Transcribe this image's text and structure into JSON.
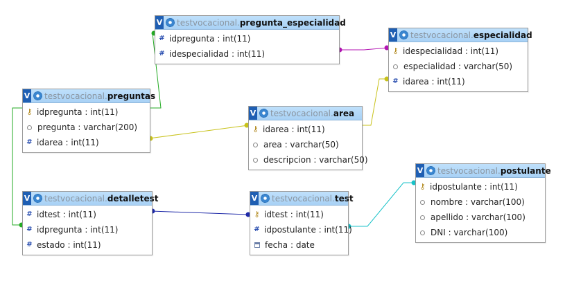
{
  "schema": "testvocacional",
  "tables": {
    "pregunta_especialidad": {
      "name": "pregunta_especialidad",
      "columns": [
        {
          "label": "idpregunta : int(11)",
          "icon": "hash-icon"
        },
        {
          "label": "idespecialidad : int(11)",
          "icon": "hash-icon"
        }
      ]
    },
    "especialidad": {
      "name": "especialidad",
      "columns": [
        {
          "label": "idespecialidad : int(11)",
          "icon": "key-icon"
        },
        {
          "label": "especialidad : varchar(50)",
          "icon": "text-icon"
        },
        {
          "label": "idarea : int(11)",
          "icon": "hash-icon"
        }
      ]
    },
    "preguntas": {
      "name": "preguntas",
      "columns": [
        {
          "label": "idpregunta : int(11)",
          "icon": "key-icon"
        },
        {
          "label": "pregunta : varchar(200)",
          "icon": "text-icon"
        },
        {
          "label": "idarea : int(11)",
          "icon": "hash-icon"
        }
      ]
    },
    "area": {
      "name": "area",
      "columns": [
        {
          "label": "idarea : int(11)",
          "icon": "key-icon"
        },
        {
          "label": "area : varchar(50)",
          "icon": "text-icon"
        },
        {
          "label": "descripcion : varchar(50)",
          "icon": "text-icon"
        }
      ]
    },
    "postulante": {
      "name": "postulante",
      "columns": [
        {
          "label": "idpostulante : int(11)",
          "icon": "key-icon"
        },
        {
          "label": "nombre : varchar(100)",
          "icon": "text-icon"
        },
        {
          "label": "apellido : varchar(100)",
          "icon": "text-icon"
        },
        {
          "label": "DNI : varchar(100)",
          "icon": "text-icon"
        }
      ]
    },
    "detalletest": {
      "name": "detalletest",
      "columns": [
        {
          "label": "idtest : int(11)",
          "icon": "hash-icon"
        },
        {
          "label": "idpregunta : int(11)",
          "icon": "hash-icon"
        },
        {
          "label": "estado : int(11)",
          "icon": "hash-icon"
        }
      ]
    },
    "test": {
      "name": "test",
      "columns": [
        {
          "label": "idtest : int(11)",
          "icon": "key-icon"
        },
        {
          "label": "idpostulante : int(11)",
          "icon": "hash-icon"
        },
        {
          "label": "fecha : date",
          "icon": "date-icon"
        }
      ]
    }
  },
  "relation_colors": {
    "pregunta_especialidad-especialidad": "#b316b3",
    "preguntas-pregunta_especialidad": "#22aa22",
    "area-preguntas": "#c8c21a",
    "area-especialidad": "#c8c21a",
    "preguntas-detalletest": "#22aa22",
    "detalletest-test": "#1f2aa8",
    "test-postulante": "#19c2c8"
  },
  "toggle_label": "V"
}
